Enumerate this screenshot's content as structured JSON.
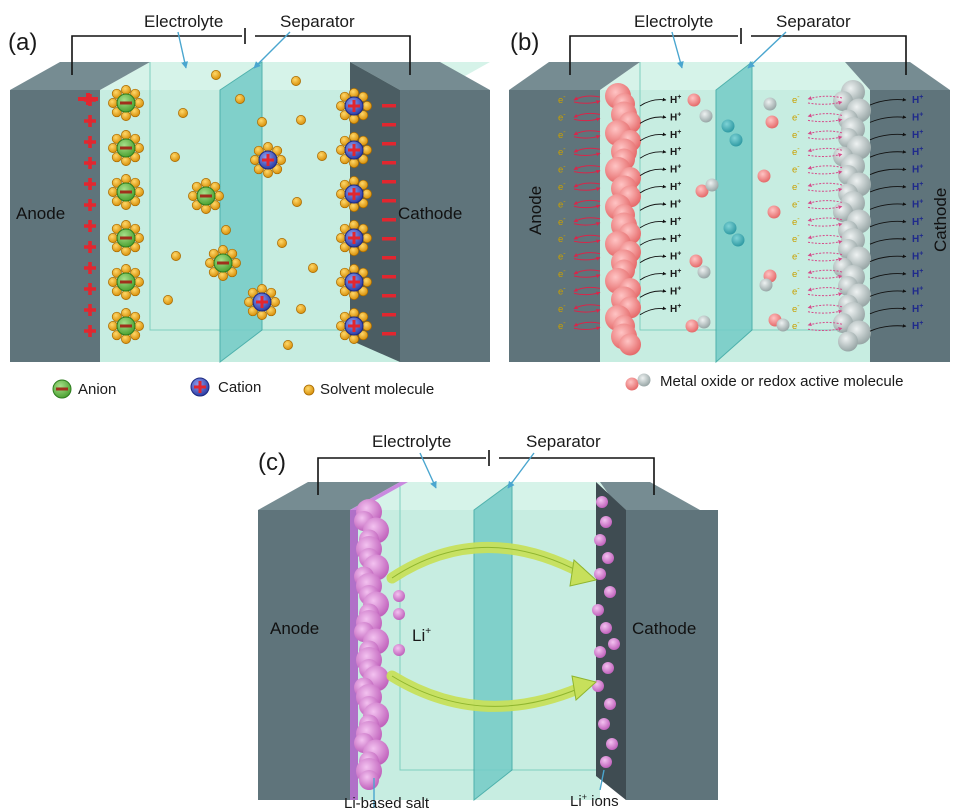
{
  "colors": {
    "electrode_front": "#5f747b",
    "electrode_top": "#768c92",
    "electrode_side": "#4b5d63",
    "electrolyte": "#c4ecdf",
    "electrolyte_top": "#d6f3e9",
    "separator": "#74cbc7",
    "anion": "#6cc24a",
    "cation": "#5566cc",
    "solvent": "#f2b01e",
    "plus_red": "#e2262f",
    "h_ion": "#1f2a8c",
    "e_ion": "#c9a000",
    "oxide_red": "#f08a8a",
    "oxide_grey": "#b9c3c3",
    "li_purple": "#d986d6",
    "arrow_green": "#c7e05b"
  },
  "panel_a": {
    "tag": "(a)",
    "electrolyte_label": "Electrolyte",
    "separator_label": "Separator",
    "anode_label": "Anode",
    "cathode_label": "Cathode",
    "legend_anion": "Anion",
    "legend_cation": "Cation",
    "legend_solvent": "Solvent molecule"
  },
  "panel_b": {
    "tag": "(b)",
    "electrolyte_label": "Electrolyte",
    "separator_label": "Separator",
    "anode_label": "Anode",
    "cathode_label": "Cathode",
    "h_ion_label": "H",
    "h_ion_sup": "+",
    "e_label": "e",
    "e_sup": "-",
    "legend_oxide": "Metal oxide or redox active molecule"
  },
  "panel_c": {
    "tag": "(c)",
    "electrolyte_label": "Electrolyte",
    "separator_label": "Separator",
    "anode_label": "Anode",
    "cathode_label": "Cathode",
    "li_label": "Li",
    "li_sup": "+",
    "salt_label": "Li-based salt",
    "ions_label": "Li",
    "ions_sup": "+",
    "ions_suffix": " ions"
  }
}
